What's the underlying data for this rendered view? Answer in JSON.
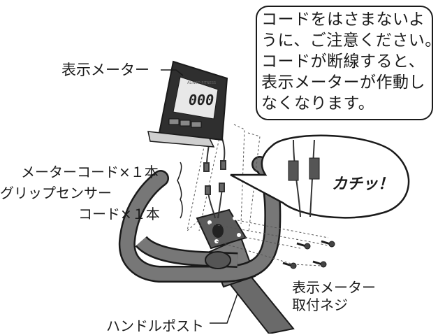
{
  "note": {
    "lines": [
      "コードをはさまないよ",
      "うに、ご注意ください。",
      "コードが断線すると、",
      "表示メーターが作動し",
      "なくなります。"
    ]
  },
  "labels": {
    "meter": "表示メーター",
    "meter_cord": "メーターコード×１本",
    "grip_sensor_1": "グリップセンサー",
    "grip_sensor_2": "コード×１本",
    "screws_1": "表示メーター",
    "screws_2": "取付ネジ",
    "handle_post": "ハンドルポスト",
    "click": "カチッ！"
  },
  "meter_display": {
    "brand": "ALINCO FITNESS",
    "digits": "000"
  }
}
